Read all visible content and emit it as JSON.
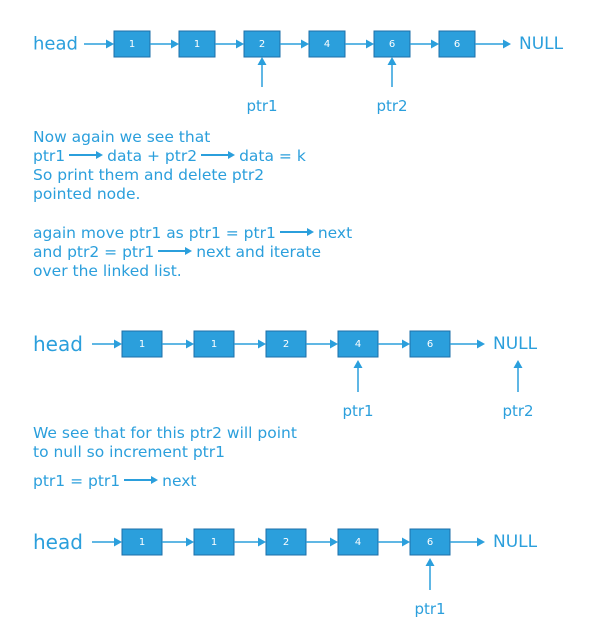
{
  "colors": {
    "accent": "#2b9fdc",
    "node_fill": "#2b9fdc",
    "node_border": "#1d6fa8",
    "node_text": "#ffffff"
  },
  "diagrams": [
    {
      "head_label": "head",
      "null_label": "NULL",
      "nodes": [
        "1",
        "1",
        "2",
        "4",
        "6",
        "6"
      ],
      "pointers": [
        {
          "label": "ptr1",
          "node_index": 2
        },
        {
          "label": "ptr2",
          "node_index": 4
        }
      ]
    },
    {
      "head_label": "head",
      "null_label": "NULL",
      "nodes": [
        "1",
        "1",
        "2",
        "4",
        "6"
      ],
      "pointers": [
        {
          "label": "ptr1",
          "node_index": 3
        },
        {
          "label": "ptr2",
          "node_index": "null"
        }
      ]
    },
    {
      "head_label": "head",
      "null_label": "NULL",
      "nodes": [
        "1",
        "1",
        "2",
        "4",
        "6"
      ],
      "pointers": [
        {
          "label": "ptr1",
          "node_index": 4
        }
      ]
    }
  ],
  "text": {
    "p1": {
      "l1": "Now again we see that",
      "l2a": "ptr1",
      "l2b": "data + ptr2",
      "l2c": "data = k",
      "l3": "So print them and delete ptr2",
      "l4": "pointed node."
    },
    "p2": {
      "l1a": "again move ptr1 as ptr1 = ptr1",
      "l1b": "next",
      "l2a": "and ptr2 = ptr1",
      "l2b": "next  and  iterate",
      "l3": "over the linked list."
    },
    "p3": {
      "l1": "We see that for this ptr2 will point",
      "l2": "to null so increment ptr1"
    },
    "p4": {
      "l1a": "ptr1 = ptr1",
      "l1b": "next"
    }
  }
}
